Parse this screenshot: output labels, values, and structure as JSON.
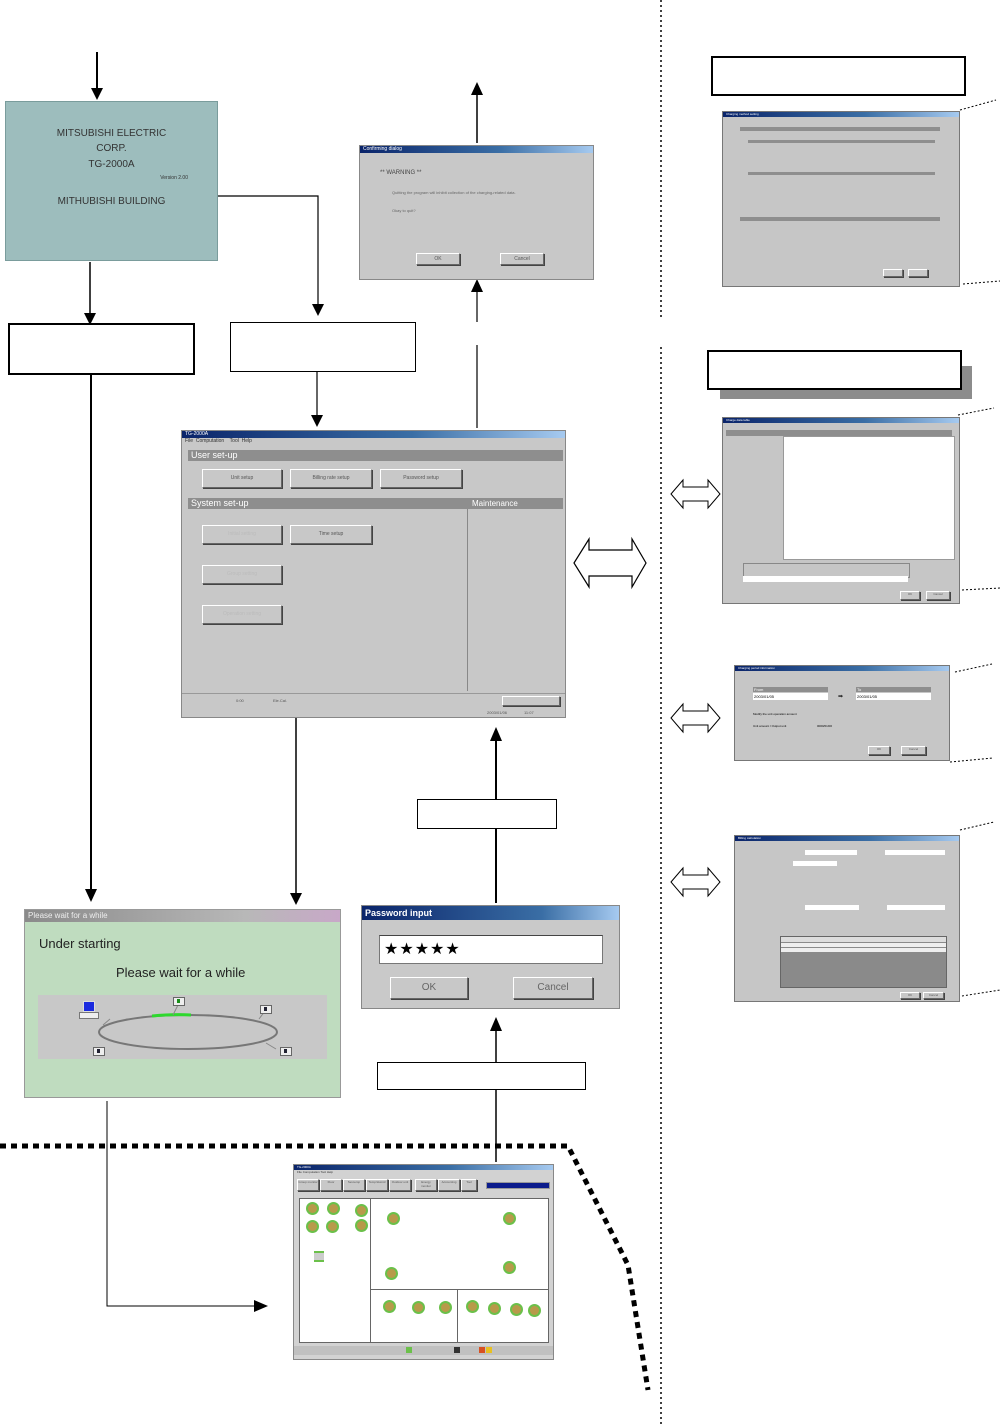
{
  "splash": {
    "line1": "MITSUBISHI ELECTRIC",
    "line2": "CORP.",
    "line3": "TG-2000A",
    "version": "Version 2.00",
    "line4": "MITHUBISHI BUILDING"
  },
  "flow_boxes": {
    "left_box": "",
    "middle_box": "",
    "password_box": "",
    "monitor_box": "",
    "right_top_box": "",
    "right_mid_box": ""
  },
  "warning_dialog": {
    "title": "Confirming dialog",
    "heading": "** WARNING **",
    "message": "Quitting the program will inhibit collection of the charging-related data.",
    "question": "Okay to quit?",
    "ok_label": "OK",
    "cancel_label": "Cancel"
  },
  "main_window": {
    "title": "TG-2000A",
    "menu": [
      "File",
      "Computation",
      "Tool",
      "Help"
    ],
    "user_setup": {
      "heading": "User set-up",
      "buttons": [
        "Unit setup",
        "Billing rate setup",
        "Password setup"
      ]
    },
    "system_setup": {
      "heading": "System set-up",
      "buttons": [
        {
          "label": "Initial setting",
          "disabled": true
        },
        {
          "label": "Time setup",
          "disabled": false
        },
        {
          "label": "Group setting",
          "disabled": true
        },
        {
          "label": "Operation setting",
          "disabled": true
        }
      ]
    },
    "maintenance": {
      "heading": "Maintenance"
    },
    "status": {
      "field1": "0:00",
      "field2": "Ele.Cal.",
      "date": "2003/01/06",
      "time": "11:07"
    }
  },
  "wait_window": {
    "title": "Please wait for a while",
    "status": "Under starting",
    "message": "Please wait for a while"
  },
  "password_dialog": {
    "title": "Password input",
    "value": "★★★★★",
    "ok_label": "OK",
    "cancel_label": "Cancel"
  },
  "monitor_window": {
    "title": "TG-2000A",
    "menu": [
      "File",
      "Computation",
      "Tool",
      "Help"
    ],
    "tabs": [
      "Group monitor",
      "Floor",
      "Set-temp",
      "Temp/Humid",
      "Outdoor unit",
      "Energy monitor",
      "Accounting",
      "Tool"
    ]
  },
  "right_thumbnails": {
    "charging_method": {
      "title": "Charging method setting"
    },
    "charging_table": {
      "title": "Charge data table",
      "ok_label": "OK",
      "cancel_label": "Cancel"
    },
    "period_dialog": {
      "title": "Charging period information",
      "from_label": "From",
      "from_value": "2003/01/05",
      "to_label": "To",
      "to_value": "2003/01/05",
      "note": "Modify the unit operation amount",
      "unit_label": "Unit amount / Output unit",
      "unit_value": "0000/01/00",
      "ok_label": "OK",
      "cancel_label": "Cancel"
    },
    "billing_dialog": {
      "title": "Billing calculation",
      "ok_label": "OK",
      "cancel_label": "Cancel"
    }
  }
}
